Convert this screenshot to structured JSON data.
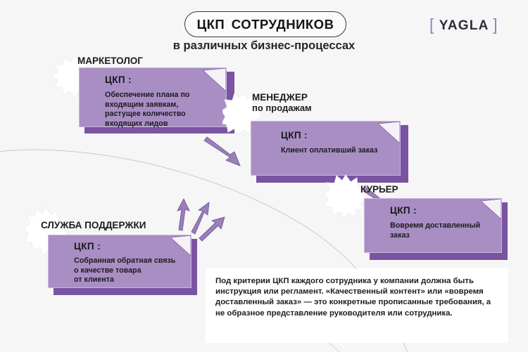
{
  "header": {
    "title": "ЦКП  СОТРУДНИКОВ",
    "subtitle": "в различных бизнес-процессах",
    "logo_bracket_left": "[",
    "logo_text": "YAGLA",
    "logo_bracket_right": "]"
  },
  "colors": {
    "background": "#f6f6f7",
    "card_fill": "#a98ec4",
    "card_shadow": "#7a53a1",
    "arrow": "#9a7fb8",
    "accent_brand": "#9a7fb8",
    "text_dark": "#1d1d1f",
    "note_background": "#ffffff"
  },
  "cards": [
    {
      "id": "marketer",
      "role": "МАРКЕТОЛОГ",
      "role_line2": "",
      "ckp_label": "ЦКП :",
      "ckp_text": "Обеспечение плана по\nвходящим заявкам,\nрастущее количество\nвходящих лидов"
    },
    {
      "id": "sales-manager",
      "role": "МЕНЕДЖЕР",
      "role_line2": "по продажам",
      "ckp_label": "ЦКП :",
      "ckp_text": "Клиент оплативший заказ"
    },
    {
      "id": "courier",
      "role": "КУРЬЕР",
      "role_line2": "",
      "ckp_label": "ЦКП :",
      "ckp_text": "Вовремя доставленный\nзаказ"
    },
    {
      "id": "support",
      "role": "СЛУЖБА ПОДДЕРЖКИ",
      "role_line2": "",
      "ckp_label": "ЦКП :",
      "ckp_text": "Собранная обратная связь\nо качестве товара\nот клиента"
    }
  ],
  "note": {
    "text": "Под критерии ЦКП каждого сотрудника у компании должна быть инструкция или регламент.\n«Качественный контент» или «вовремя доставленный заказ» — это конкретные прописанные требования, а не образное представление руководителя или сотрудника."
  },
  "arrows": {
    "marketer_to_manager": "arrow-down-right",
    "manager_to_courier": "arrow-down-right",
    "support_group": [
      "arrow-up",
      "arrow-up-right",
      "arrow-up-right"
    ]
  }
}
